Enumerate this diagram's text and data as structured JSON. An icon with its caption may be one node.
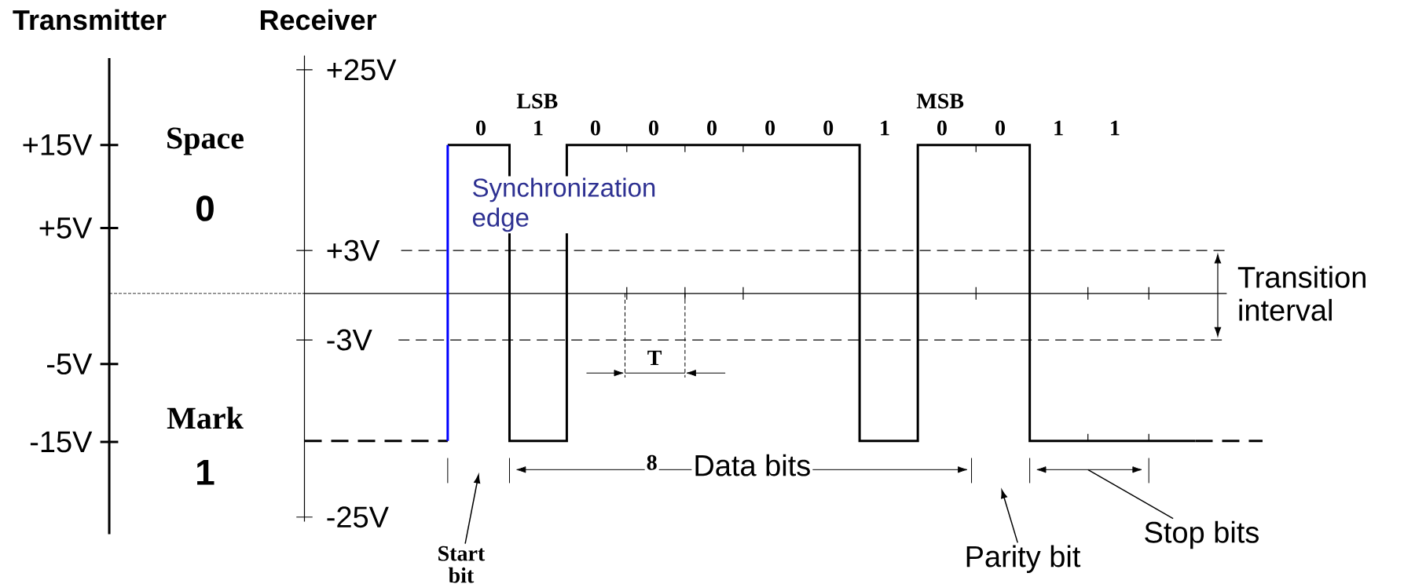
{
  "diagram": {
    "nodes": [
      {
        "text": [
          "Start bit"
        ]
      },
      {
        "text": [
          "Parity bit"
        ]
      },
      {
        "text": [
          "Stop bits"
        ]
      }
    ],
    "edges": [
      {
        "from": 0,
        "to": null,
        "arrow": "to"
      },
      {
        "from": 1,
        "to": null,
        "arrow": "to"
      },
      {
        "from": 2,
        "to": null,
        "arrow": "none"
      }
    ],
    "labels": [
      "Transmitter",
      "Receiver",
      "+25V",
      "LSB",
      "MSB",
      "0",
      "1",
      "0",
      "0",
      "0",
      "0",
      "0",
      "1",
      "0",
      "0",
      "1",
      "1",
      "+15V",
      "Space",
      "Synchronization edge",
      "0",
      "+5V",
      "+3V",
      "Transition interval",
      "-3V",
      "T",
      "-5V",
      "Mark",
      "-15V",
      "1",
      "8",
      "Data bits",
      "-25V"
    ]
  }
}
